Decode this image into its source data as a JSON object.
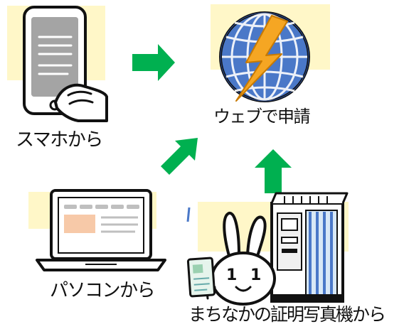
{
  "labels": {
    "smartphone": "スマホから",
    "web_application": "ウェブで申請",
    "pc": "パソコンから",
    "photo_booth": "まちなかの証明写真機から"
  },
  "icons": {
    "smartphone": "smartphone-icon",
    "globe": "globe-icon",
    "laptop": "laptop-icon",
    "photo_booth": "photo-booth-icon",
    "rabbit_mascot": "rabbit-mascot-icon",
    "card": "id-card-icon"
  },
  "colors": {
    "arrow": "#00b050",
    "highlight": "#fff7c8",
    "globe_blue": "#4a78c8",
    "lightning": "#f5a623",
    "outline": "#111111"
  }
}
